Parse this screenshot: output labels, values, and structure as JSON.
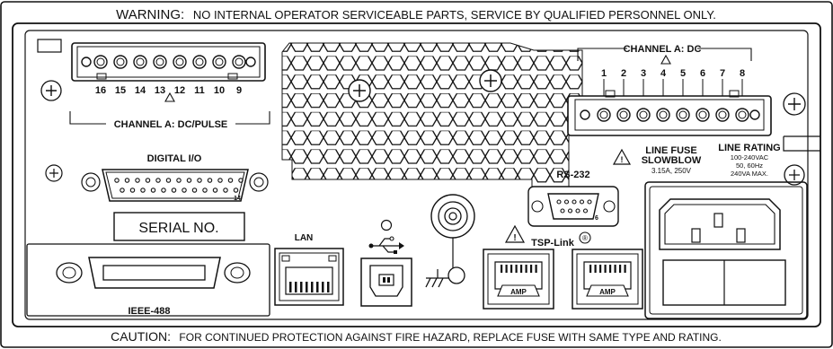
{
  "warning": {
    "prefix": "WARNING:",
    "text": "NO INTERNAL OPERATOR SERVICEABLE PARTS, SERVICE BY QUALIFIED PERSONNEL ONLY."
  },
  "caution": {
    "prefix": "CAUTION:",
    "text": "FOR CONTINUED PROTECTION AGAINST FIRE HAZARD, REPLACE FUSE WITH SAME TYPE AND RATING."
  },
  "channel_pulse": {
    "label": "CHANNEL A: DC/PULSE",
    "pins": [
      "16",
      "15",
      "14",
      "13",
      "12",
      "11",
      "10",
      "9"
    ]
  },
  "channel_dc": {
    "label": "CHANNEL A: DC",
    "pins": [
      "1",
      "2",
      "3",
      "4",
      "5",
      "6",
      "7",
      "8"
    ]
  },
  "digital_io": {
    "label": "DIGITAL I/O",
    "pin_number": "14"
  },
  "serial": {
    "label": "SERIAL NO."
  },
  "ieee": {
    "label": "IEEE-488"
  },
  "lan": {
    "label": "LAN"
  },
  "rs232": {
    "label": "RS-232",
    "pin_number": "6"
  },
  "tsp": {
    "label": "TSP-Link",
    "mark": "®",
    "amp_label": "AMP"
  },
  "fuse": {
    "title_line1": "LINE FUSE",
    "title_line2": "SLOWBLOW",
    "spec": "3.15A, 250V"
  },
  "rating": {
    "title": "LINE RATING",
    "line1": "100-240VAC",
    "line2": "50, 60Hz",
    "line3": "240VA MAX."
  }
}
